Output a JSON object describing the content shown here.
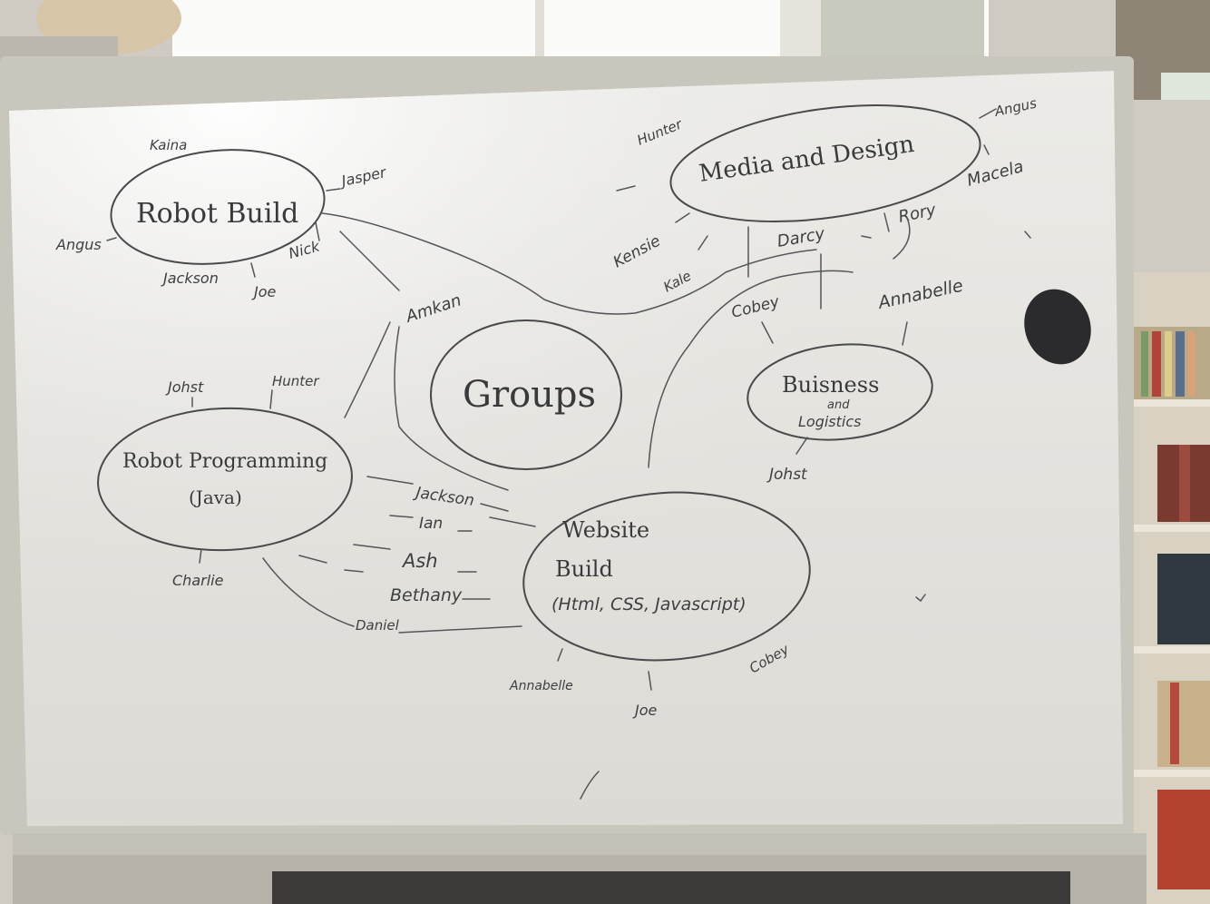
{
  "photo_subject": "whiteboard mind map",
  "center": {
    "label": "Groups"
  },
  "groups": {
    "robot_build": {
      "label": "Robot Build",
      "members": [
        "Kaina",
        "Jasper",
        "Angus",
        "Nick",
        "Jackson",
        "Joe",
        "Amkan"
      ]
    },
    "media_design": {
      "label": "Media and Design",
      "members": [
        "Hunter",
        "Angus",
        "Macela",
        "Kensie",
        "Kale",
        "Darcy",
        "Rory"
      ]
    },
    "business": {
      "label_line1": "Buisness",
      "label_line2": "and",
      "label_line3": "Logistics",
      "members": [
        "Cobey",
        "Annabelle",
        "Johst"
      ]
    },
    "robot_programming": {
      "label_line1": "Robot Programming",
      "label_line2": "(Java)",
      "members": [
        "Johst",
        "Hunter",
        "Charlie"
      ]
    },
    "website": {
      "label_line1": "Website",
      "label_line2": "Build",
      "label_line3": "(Html, CSS, Javascript)",
      "members": [
        "Jackson",
        "Ian",
        "Ash",
        "Bethany",
        "Daniel",
        "Annabelle",
        "Joe",
        "Cobey"
      ]
    }
  },
  "colors": {
    "board": "#e8e6e1",
    "frame": "#c9c6be",
    "ink": "#3f3f41",
    "window": "#f4f3ef",
    "shelf": "#d7d1c4"
  }
}
